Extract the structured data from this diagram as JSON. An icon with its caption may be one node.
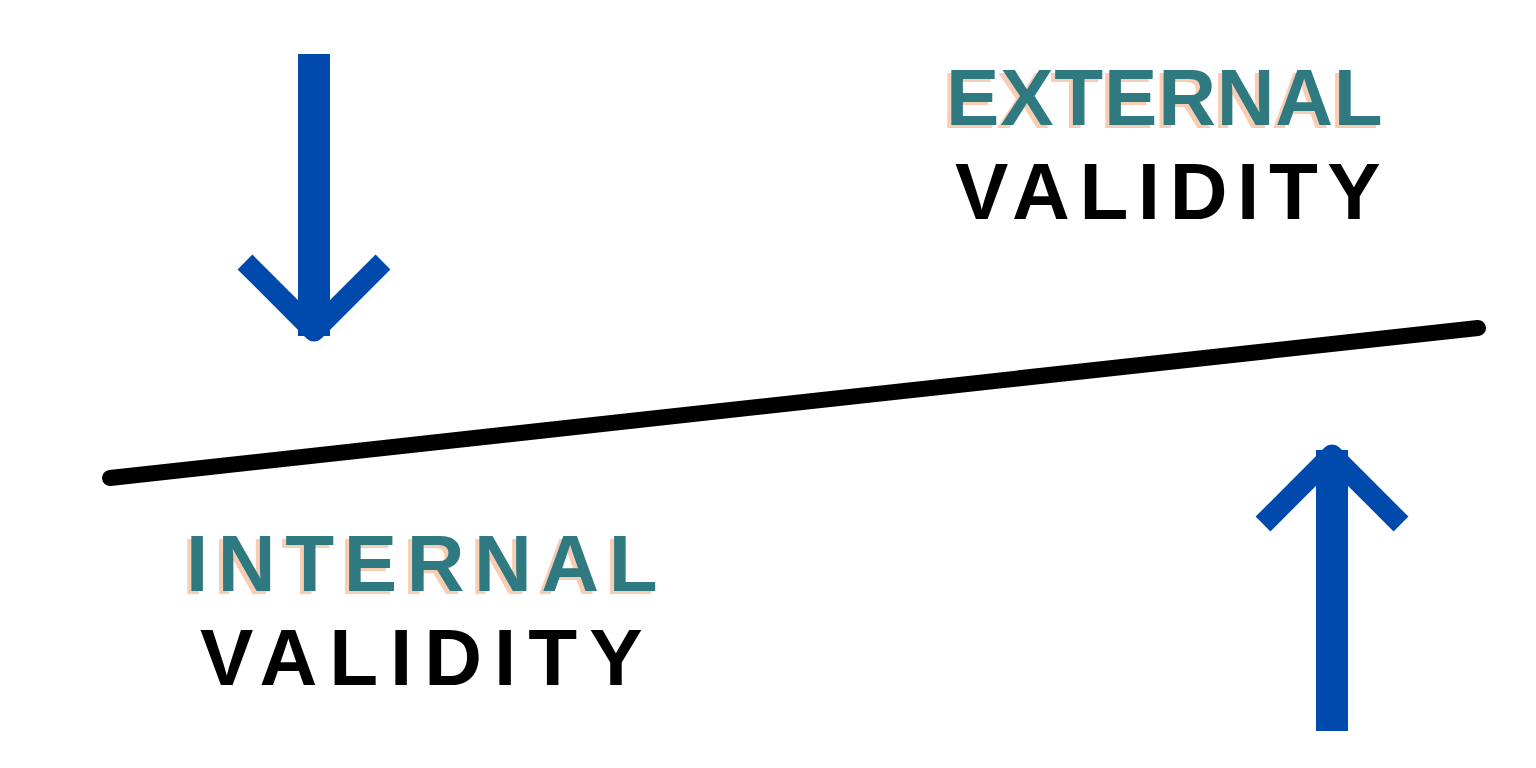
{
  "diagram": {
    "labels": [
      "EXTERNAL",
      "VALIDITY",
      "INTERNAL",
      "VALIDITY"
    ]
  }
}
